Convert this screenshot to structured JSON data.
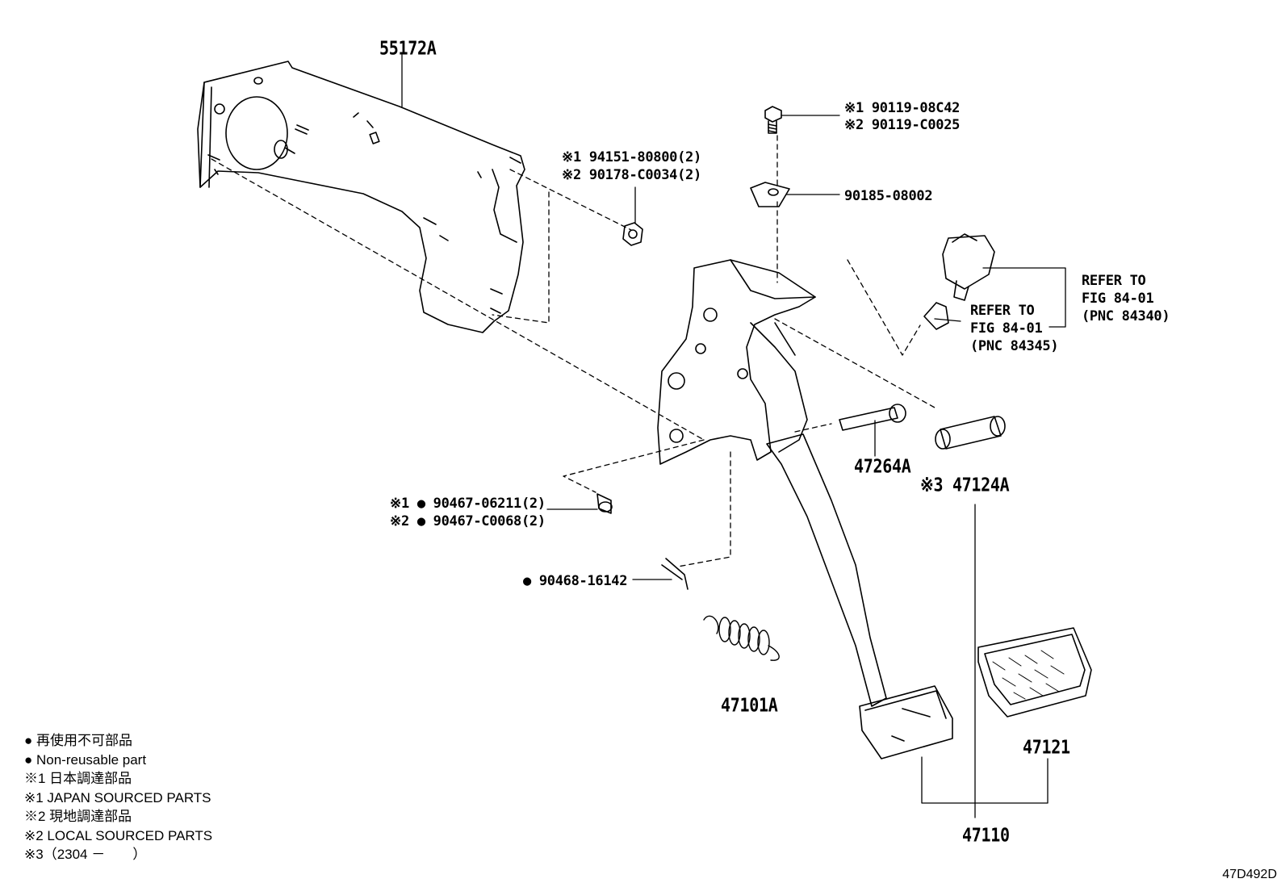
{
  "labels": {
    "p55172a": "55172A",
    "bolt_1": "※1 90119-08C42",
    "bolt_2": "※2 90119-C0025",
    "nut_1": "※1 94151-80800(2)",
    "nut_2": "※2 90178-C0034(2)",
    "clip": "90185-08002",
    "refer_a1": "REFER TO",
    "refer_a2": "FIG 84-01",
    "refer_a3": "(PNC 84340)",
    "refer_b1": "REFER TO",
    "refer_b2": "FIG 84-01",
    "refer_b3": "(PNC 84345)",
    "p47264a": "47264A",
    "p47124a": "※3 47124A",
    "pin_1": "※1 ● 90467-06211(2)",
    "pin_2": "※2 ● 90467-C0068(2)",
    "cotter": "● 90468-16142",
    "p47101a": "47101A",
    "p47121": "47121",
    "p47110": "47110"
  },
  "legend": [
    "● 再使用不可部品",
    "● Non-reusable part",
    "※1 日本調達部品",
    "※1 JAPAN SOURCED PARTS",
    "※2 現地調達部品",
    "※2 LOCAL SOURCED PARTS",
    "※3（2304 －　　）"
  ],
  "diagram_id": "47D492D"
}
